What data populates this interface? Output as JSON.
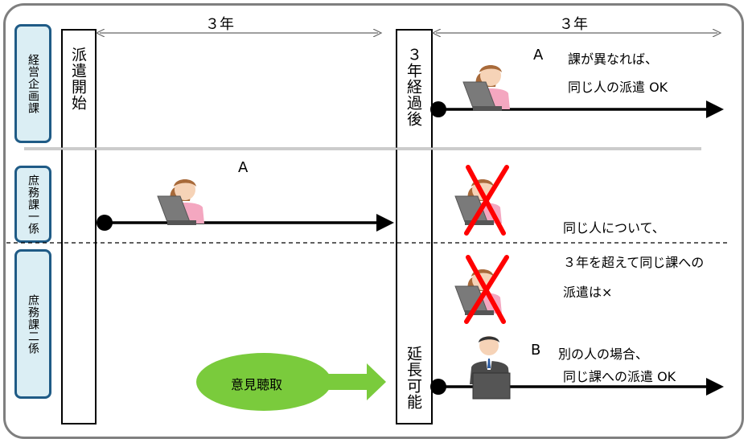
{
  "departments": {
    "keiei": "経営企画課",
    "shomu1": "庶務課一係",
    "shomu2": "庶務課二係"
  },
  "bars": {
    "start": "派遣開始",
    "after_3y": "３年経過後",
    "extendable": "延長可能"
  },
  "periods": {
    "first": "３年",
    "second": "３年"
  },
  "labels": {
    "a_upper": "A",
    "a_upper_text_1": "課が異なれば、",
    "a_upper_text_2": "同じ人の派遣 OK",
    "a_middle": "A",
    "same_person_1": "同じ人について、",
    "same_person_2": "３年を超えて同じ課への",
    "same_person_3": "派遣は×",
    "b": "B",
    "b_text_1": "別の人の場合、",
    "b_text_2": "同じ課への派遣 OK"
  },
  "opinion": "意見聴取",
  "colors": {
    "dept_fill": "#dbeef4",
    "dept_border": "#1f5b86",
    "oval": "#7acb3c",
    "cross": "#ff0000",
    "shirt": "#f4a7c0",
    "laptop": "#7a7a7a",
    "suit": "#4a4a4a"
  }
}
